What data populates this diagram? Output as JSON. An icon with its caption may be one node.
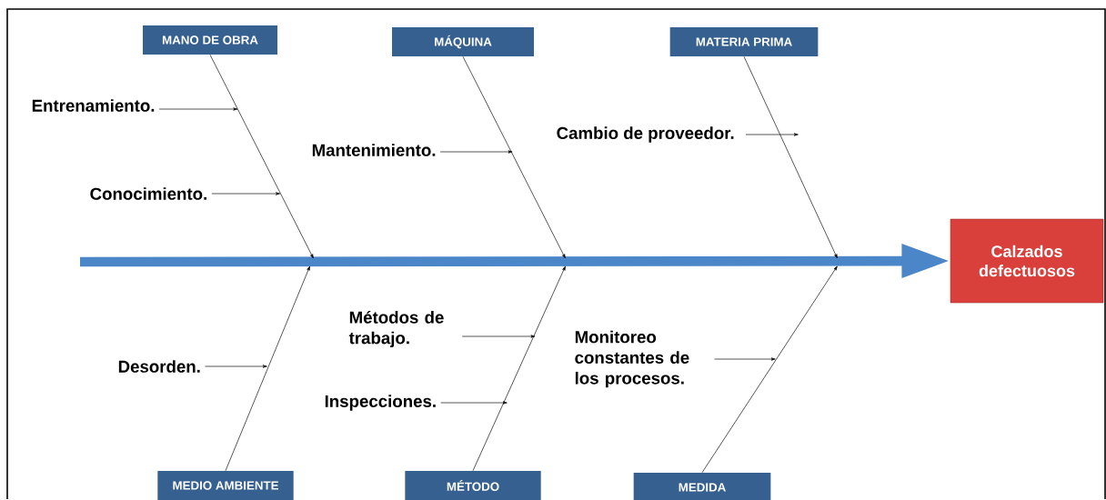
{
  "diagram": {
    "nodes": [
      {
        "text": [
          "MANO DE OBRA"
        ]
      },
      {
        "text": [
          "MÁQUINA"
        ]
      },
      {
        "text": [
          "MATERIA PRIMA"
        ]
      },
      {
        "text": [
          "Calzados defectuosos"
        ]
      },
      {
        "text": [
          "MEDIO AMBIENTE"
        ]
      },
      {
        "text": [
          "MÉTODO"
        ]
      },
      {
        "text": [
          "MEDIDA"
        ]
      },
      {
        "text": [
          "Entrenamiento."
        ]
      },
      {
        "text": [
          "Conocimiento."
        ]
      },
      {
        "text": [
          "Mantenimiento."
        ]
      },
      {
        "text": [
          "Cambio de proveedor."
        ]
      },
      {
        "text": [
          "Desorden."
        ]
      },
      {
        "text": [
          "Métodos de trabajo."
        ]
      },
      {
        "text": [
          "Inspecciones."
        ]
      },
      {
        "text": [
          "Monitoreo constantes de los procesos."
        ]
      }
    ],
    "edges": [
      {
        "from": null,
        "to": 3,
        "arrow": "to",
        "style": "thick",
        "color": "#4a86c8"
      },
      {
        "from": 0,
        "to": null,
        "arrow": "to"
      },
      {
        "from": 1,
        "to": null,
        "arrow": "to"
      },
      {
        "from": 2,
        "to": null,
        "arrow": "to"
      },
      {
        "from": 4,
        "to": null,
        "arrow": "to"
      },
      {
        "from": 5,
        "to": null,
        "arrow": "to"
      },
      {
        "from": 6,
        "to": null,
        "arrow": "to"
      },
      {
        "from": 7,
        "to": null,
        "arrow": "to"
      },
      {
        "from": 8,
        "to": null,
        "arrow": "to"
      },
      {
        "from": 9,
        "to": null,
        "arrow": "to"
      },
      {
        "from": 10,
        "to": null,
        "arrow": "to"
      },
      {
        "from": 11,
        "to": null,
        "arrow": "to"
      },
      {
        "from": 12,
        "to": null,
        "arrow": "to"
      },
      {
        "from": 13,
        "to": null,
        "arrow": "to"
      },
      {
        "from": 14,
        "to": null,
        "arrow": "to"
      }
    ]
  }
}
